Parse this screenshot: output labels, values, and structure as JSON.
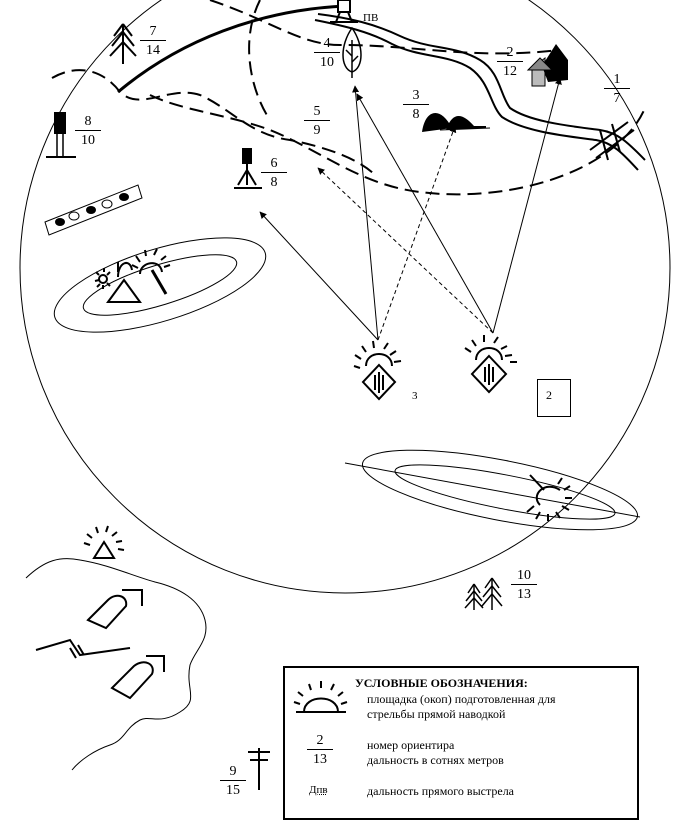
{
  "landmarks": [
    {
      "id": "lm1",
      "num": "1",
      "dist": "7"
    },
    {
      "id": "lm2",
      "num": "2",
      "dist": "12"
    },
    {
      "id": "lm3",
      "num": "3",
      "dist": "8"
    },
    {
      "id": "lm4",
      "num": "4",
      "dist": "10"
    },
    {
      "id": "lm5",
      "num": "5",
      "dist": "9"
    },
    {
      "id": "lm6",
      "num": "6",
      "dist": "8"
    },
    {
      "id": "lm7",
      "num": "7",
      "dist": "14"
    },
    {
      "id": "lm8",
      "num": "8",
      "dist": "10"
    },
    {
      "id": "lm9",
      "num": "9",
      "dist": "15"
    },
    {
      "id": "lm10",
      "num": "10",
      "dist": "13"
    }
  ],
  "labels": {
    "tower_code": "ПВ",
    "position_3": "3",
    "box_2": "2"
  },
  "legend": {
    "title": "УСЛОВНЫЕ ОБОЗНАЧЕНИЯ:",
    "item1_line1": "площадка (окоп) подготовленная для",
    "item1_line2": "стрельбы прямой наводкой",
    "item2_num": "2",
    "item2_dist": "13",
    "item2_line1": "номер ориентира",
    "item2_line2": "дальность в сотнях метров",
    "item3_symbol": "Дпв",
    "item3_text": "дальность прямого выстрела"
  }
}
